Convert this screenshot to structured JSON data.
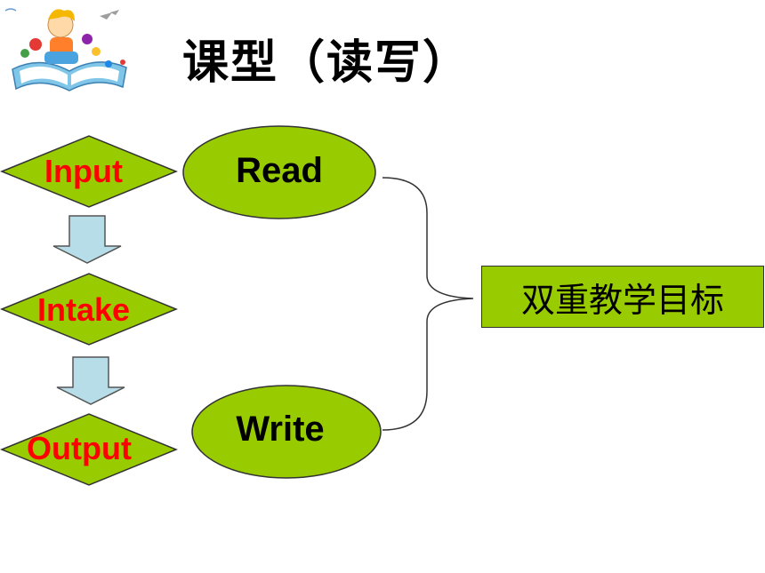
{
  "slide": {
    "title": "课型（读写）",
    "process_steps": [
      "Input",
      "Intake",
      "Output"
    ],
    "skills": [
      "Read",
      "Write"
    ],
    "goal": "双重教学目标"
  },
  "colors": {
    "shape_fill": "#99cc00",
    "step_text": "#ff0000",
    "arrow_fill": "#b7dde8",
    "outline": "#333333"
  },
  "icons": [
    "child-reading-book-icon",
    "arrow-down-icon"
  ]
}
